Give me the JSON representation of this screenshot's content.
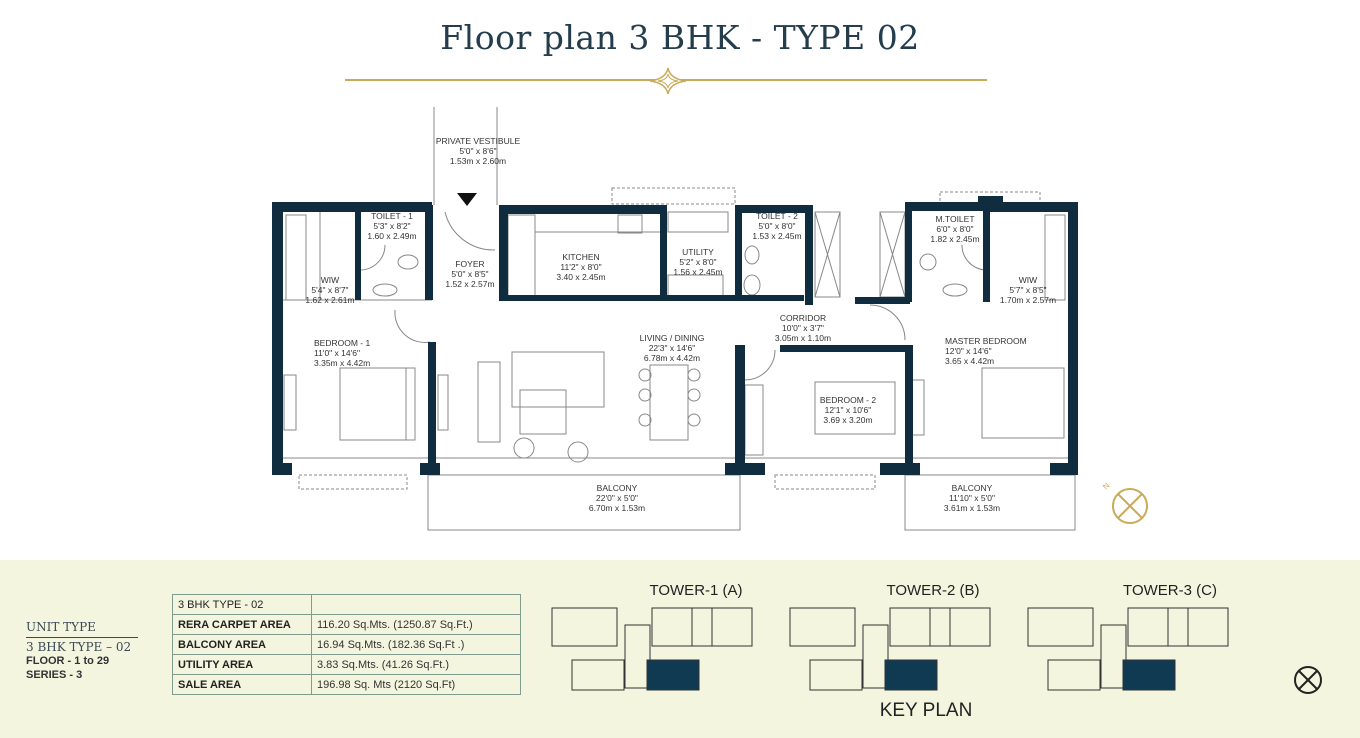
{
  "title": "Floor plan 3 BHK - TYPE 02",
  "colors": {
    "wall": "#0f2d3f",
    "accent_gold": "#c9a95a",
    "title": "#233d4d",
    "panel_bg": "#f3f5df",
    "highlight_unit": "#0f3a52"
  },
  "rooms": {
    "vestibule": {
      "name": "PRIVATE VESTIBULE",
      "ft": "5'0\" x 8'6\"",
      "m": "1.53m x 2.60m"
    },
    "toilet1": {
      "name": "TOILET - 1",
      "ft": "5'3\" x 8'2\"",
      "m": "1.60 x 2.49m"
    },
    "foyer": {
      "name": "FOYER",
      "ft": "5'0\" x 8'5\"",
      "m": "1.52 x 2.57m"
    },
    "wiw1": {
      "name": "WIW",
      "ft": "5'4\" x 8'7\"",
      "m": "1.62 x 2.61m"
    },
    "kitchen": {
      "name": "KITCHEN",
      "ft": "11'2\" x 8'0\"",
      "m": "3.40 x 2.45m"
    },
    "utility": {
      "name": "UTILITY",
      "ft": "5'2\" x 8'0\"",
      "m": "1.56 x 2.45m"
    },
    "toilet2": {
      "name": "TOILET - 2",
      "ft": "5'0\" x 8'0\"",
      "m": "1.53 x 2.45m"
    },
    "mtoilet": {
      "name": "M.TOILET",
      "ft": "6'0\" x 8'0\"",
      "m": "1.82 x 2.45m"
    },
    "wiw2": {
      "name": "WIW",
      "ft": "5'7\" x 8'5\"",
      "m": "1.70m x 2.57m"
    },
    "bedroom1": {
      "name": "BEDROOM - 1",
      "ft": "11'0\" x 14'6\"",
      "m": "3.35m x 4.42m"
    },
    "living": {
      "name": "LIVING / DINING",
      "ft": "22'3\" x 14'6\"",
      "m": "6.78m x 4.42m"
    },
    "corridor": {
      "name": "CORRIDOR",
      "ft": "10'0\" x 3'7\"",
      "m": "3.05m x 1.10m"
    },
    "master": {
      "name": "MASTER BEDROOM",
      "ft": "12'0\" x 14'6\"",
      "m": "3.65 x 4.42m"
    },
    "bedroom2": {
      "name": "BEDROOM - 2",
      "ft": "12'1\" x 10'6\"",
      "m": "3.69 x 3.20m"
    },
    "balcony1": {
      "name": "BALCONY",
      "ft": "22'0\" x 5'0\"",
      "m": "6.70m x 1.53m"
    },
    "balcony2": {
      "name": "BALCONY",
      "ft": "11'10\" x 5'0\"",
      "m": "3.61m x 1.53m"
    }
  },
  "unit_info": {
    "heading": "UNIT TYPE",
    "type": "3 BHK TYPE – 02",
    "floor": "FLOOR - 1 to 29",
    "series": "SERIES - 3"
  },
  "area_table": {
    "header": "3 BHK TYPE - 02",
    "rows": [
      {
        "label": "RERA CARPET AREA",
        "value": "116.20 Sq.Mts. (1250.87 Sq.Ft.)"
      },
      {
        "label": "BALCONY AREA",
        "value": "16.94 Sq.Mts. (182.36 Sq.Ft .)"
      },
      {
        "label": "UTILITY AREA",
        "value": "3.83 Sq.Mts. (41.26 Sq.Ft.)"
      },
      {
        "label": "SALE AREA",
        "value": "196.98 Sq. Mts (2120 Sq.Ft)"
      }
    ]
  },
  "key_plan": {
    "title": "KEY PLAN",
    "towers": [
      "TOWER-1 (A)",
      "TOWER-2 (B)",
      "TOWER-3 (C)"
    ]
  },
  "icons": [
    "north-compass-icon",
    "entry-arrow-icon"
  ]
}
